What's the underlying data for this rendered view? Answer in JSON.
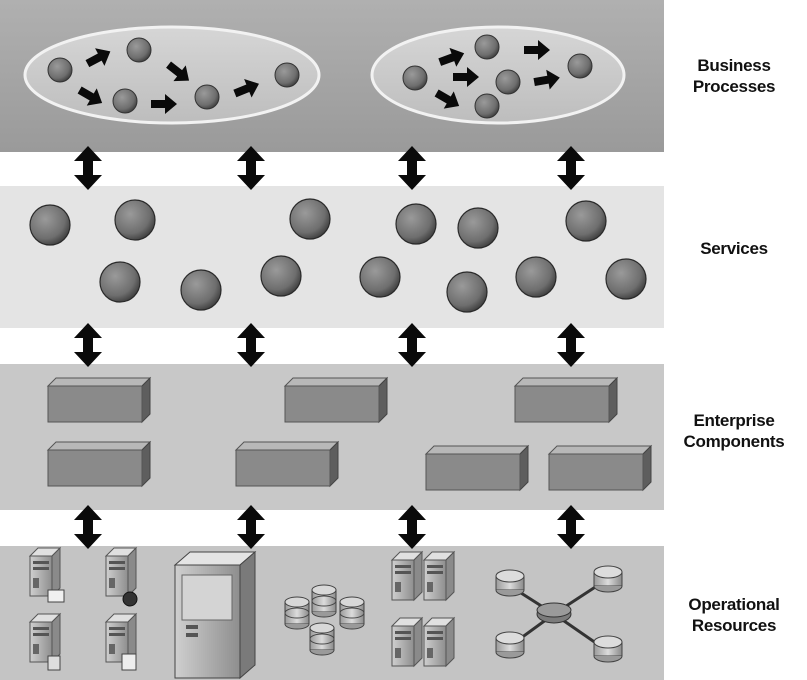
{
  "layers": {
    "business": {
      "label_line1": "Business",
      "label_line2": "Processes"
    },
    "services": {
      "label_line1": "Services"
    },
    "components": {
      "label_line1": "Enterprise",
      "label_line2": "Components"
    },
    "resources": {
      "label_line1": "Operational",
      "label_line2": "Resources"
    }
  },
  "colors": {
    "band_dark": "#a8a8a8",
    "band_light": "#e4e4e4",
    "band_mid": "#c4c4c4",
    "node_fill": "#7b7b7b",
    "arrow": "#0a0a0a"
  },
  "icons": {
    "process_node": "circle",
    "service": "sphere",
    "component": "3d-block",
    "server": "tower-server",
    "database": "cylinder-stack",
    "network": "hub-and-spoke"
  }
}
